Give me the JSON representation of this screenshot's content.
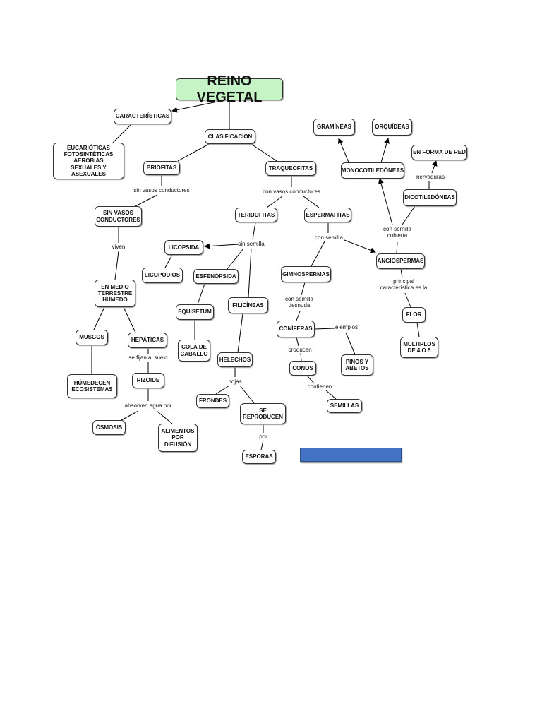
{
  "colors": {
    "title_fill": "#c6f4c6",
    "bar_fill": "#4472c4",
    "line": "#000000"
  },
  "nodes": {
    "reino": "REINO VEGETAL",
    "caracteristicas": "CARACTERÍSTICAS",
    "eucariotas": "EUCARIÓTICAS\nFOTOSINTÉTICAS\nAEROBIAS\nSEXUALES Y ASEXUALES",
    "clasificacion": "CLASIFICACIÓN",
    "briofitas": "BRIOFITAS",
    "traqueofitas": "TRAQUEOFITAS",
    "sin_vasos": "SIN VASOS\nCONDUCTORES",
    "medio": "EN MEDIO\nTERRESTRE\nHÚMEDO",
    "musgos": "MUSGOS",
    "hepaticas": "HEPÁTICAS",
    "humedecen": "HÚMEDECEN\nECOSISTEMAS",
    "rizoide": "RIZOIDE",
    "osmosis": "ÓSMOSIS",
    "alimentos": "ALIMENTOS\nPOR\nDIFUSIÓN",
    "teridofitas": "TERIDOFITAS",
    "espermafitas": "ESPERMAFITAS",
    "licopsida": "LICOPSIDA",
    "licopodios": "LICOPODIOS",
    "esfenopsida": "ESFENÓPSIDA",
    "equisetum": "EQUISETUM",
    "cola": "COLA DE\nCABALLO",
    "filicineas": "FILICÍNEAS",
    "helechos": "HELECHOS",
    "frondes": "FRONDES",
    "reproducen": "SE\nREPRODUCEN",
    "esporas": "ESPORAS",
    "gimnospermas": "GIMNOSPERMAS",
    "coniferas": "CONÍFERAS",
    "conos": "CONOS",
    "semillas": "SEMILLAS",
    "pinos": "PINOS Y\nABETOS",
    "angiospermas": "ANGIOSPERMAS",
    "flor": "FLOR",
    "multiplos": "MULTIPLOS\nDE 4 O 5",
    "monocot": "MONOCOTILEDÓNEAS",
    "dicot": "DICOTILEDÓNEAS",
    "graminea": "GRAMÍNEAS",
    "orquideas": "ORQUÍDEAS",
    "red": "EN FORMA DE RED"
  },
  "labels": {
    "sin_vasos": "sin vasos conductores",
    "con_vasos": "con vasos conductores",
    "viven": "viven",
    "sin_semilla": "sin semilla",
    "con_semilla": "con semilla",
    "se_fijan": "se fijan al suelo",
    "absorven": "absorven agua por",
    "hojas": "hojas",
    "por": "por",
    "desnuda": "con semilla\ndesnuda",
    "ejemplos": "ejemplos",
    "producen": "producen",
    "contienen": "contienen",
    "cubierta": "con semilla\ncubierta",
    "principal": "principal\ncaracterística es la",
    "nervaduras": "nervaduras"
  }
}
